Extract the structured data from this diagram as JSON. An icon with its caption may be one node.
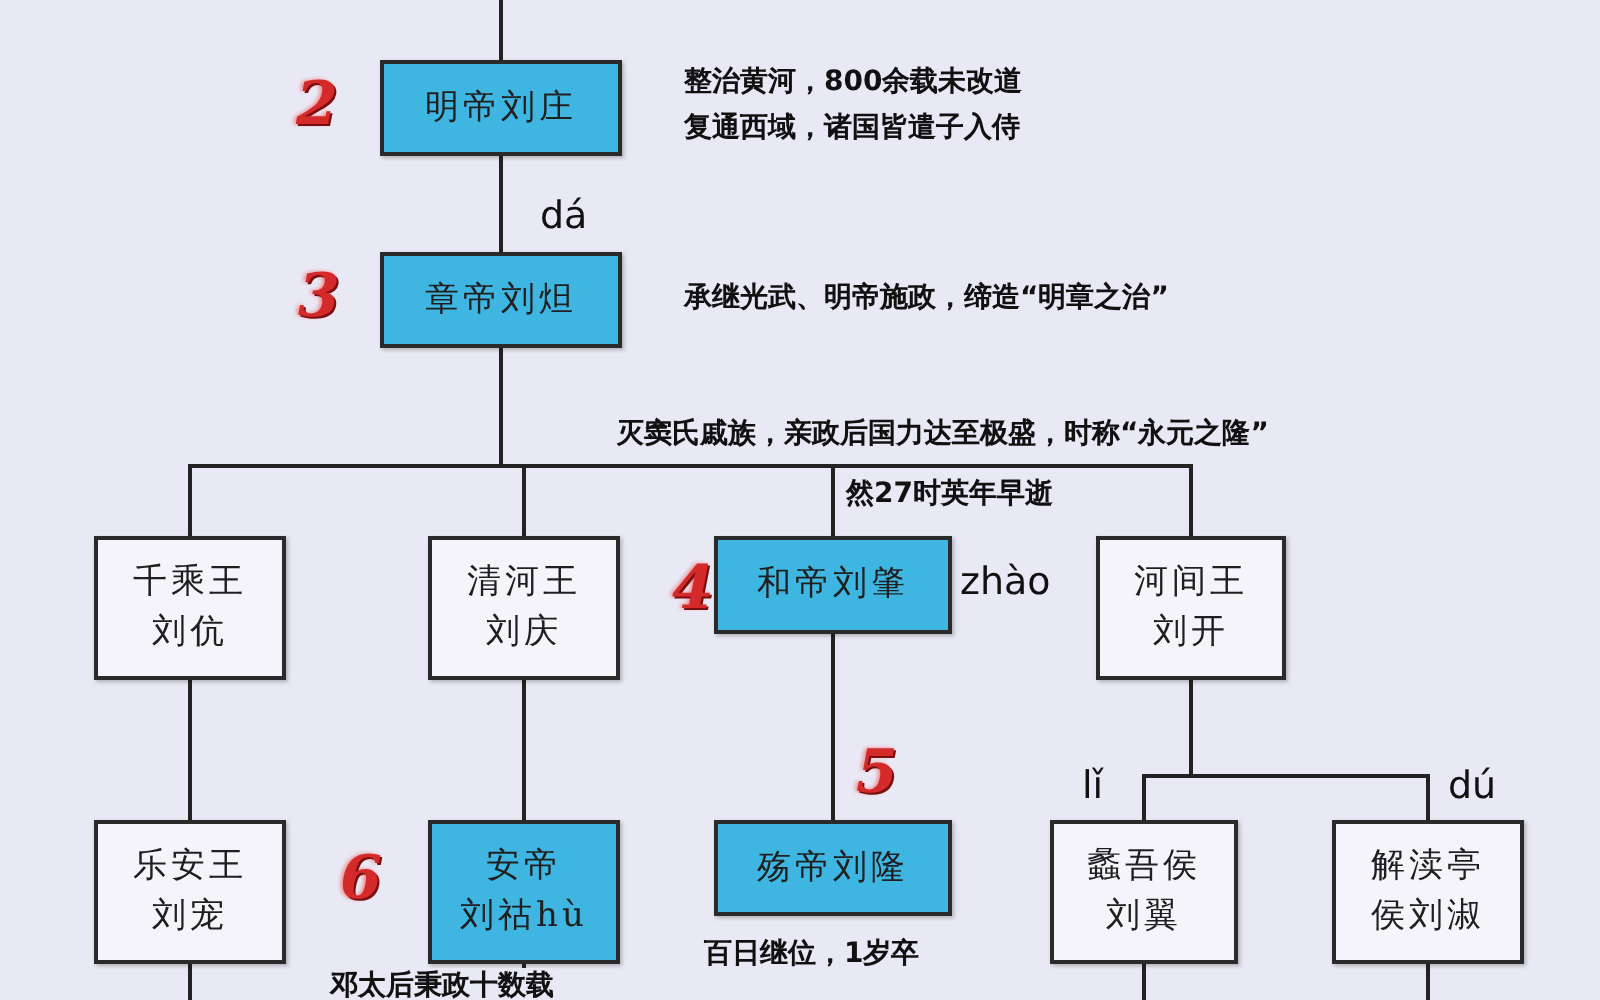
{
  "diagram": {
    "nodes": [
      {
        "text": [
          "明帝刘庄"
        ],
        "beside": [
          "2",
          "整治黄河，800余载未改道",
          "复通西域，诸国皆遣子入侍"
        ]
      },
      {
        "text": [
          "章帝刘炟"
        ],
        "beside": [
          "3",
          "dá",
          "承继光武、明帝施政，缔造“明章之治”"
        ]
      },
      {
        "text": [
          "千乘王刘伉"
        ]
      },
      {
        "text": [
          "清河王刘庆"
        ]
      },
      {
        "text": [
          "和帝刘肇"
        ],
        "beside": [
          "4",
          "zhào",
          "灭窦氏戚族，亲政后国力达至极盛，时称“永元之隆”",
          "然27时英年早逝"
        ]
      },
      {
        "text": [
          "河间王刘开"
        ]
      },
      {
        "text": [
          "乐安王刘宠"
        ]
      },
      {
        "text": [
          "安帝刘祜hù"
        ],
        "beside": [
          "6",
          "邓太后秉政十数载"
        ]
      },
      {
        "text": [
          "殇帝刘隆"
        ],
        "beside": [
          "5",
          "百日继位，1岁卒"
        ]
      },
      {
        "text": [
          "蠡吾侯刘翼"
        ],
        "beside": [
          "lǐ"
        ]
      },
      {
        "text": [
          "解渎亭侯刘淑"
        ],
        "beside": [
          "dú"
        ]
      }
    ],
    "edges": [
      {
        "from": null,
        "to": 0,
        "arrow": "none"
      },
      {
        "from": 0,
        "to": 1,
        "arrow": "none"
      },
      {
        "from": 1,
        "to": 2,
        "arrow": "none"
      },
      {
        "from": 1,
        "to": 3,
        "arrow": "none"
      },
      {
        "from": 1,
        "to": 4,
        "arrow": "none"
      },
      {
        "from": 1,
        "to": 5,
        "arrow": "none"
      },
      {
        "from": 2,
        "to": 6,
        "arrow": "none"
      },
      {
        "from": 3,
        "to": 7,
        "arrow": "none"
      },
      {
        "from": 4,
        "to": 8,
        "arrow": "none"
      },
      {
        "from": 5,
        "to": 9,
        "arrow": "none"
      },
      {
        "from": 5,
        "to": 10,
        "arrow": "none"
      },
      {
        "from": 6,
        "to": null,
        "arrow": "none"
      },
      {
        "from": 7,
        "to": null,
        "arrow": "none"
      },
      {
        "from": 9,
        "to": null,
        "arrow": "none"
      },
      {
        "from": 10,
        "to": null,
        "arrow": "none"
      }
    ]
  }
}
